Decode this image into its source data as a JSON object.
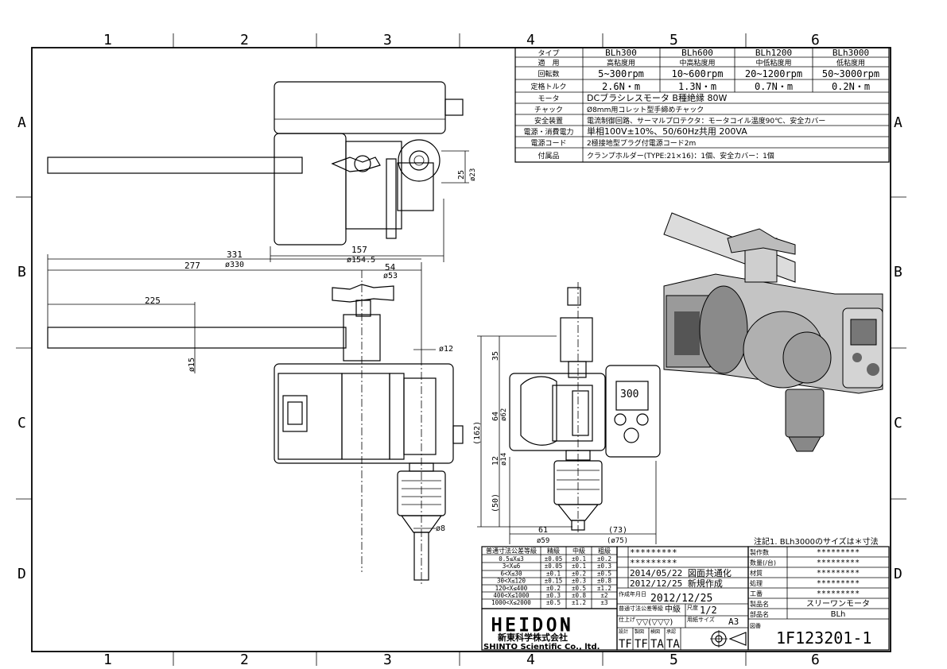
{
  "zone_columns": [
    "1",
    "2",
    "3",
    "4",
    "5",
    "6"
  ],
  "zone_rows": [
    "A",
    "B",
    "C",
    "D"
  ],
  "spec_table": {
    "headers": [
      "タイプ",
      "BLh300",
      "BLh600",
      "BLh1200",
      "BLh3000"
    ],
    "rows": [
      [
        "適　用",
        "高粘度用",
        "中高粘度用",
        "中低粘度用",
        "低粘度用"
      ],
      [
        "回転数",
        "5~300rpm",
        "10~600rpm",
        "20~1200rpm",
        "50~3000rpm"
      ],
      [
        "定格トルク",
        "2.6N・m",
        "1.3N・m",
        "0.7N・m",
        "0.2N・m"
      ]
    ],
    "wide_rows": [
      [
        "モータ",
        "DCブラシレスモータ B種絶縁 80W"
      ],
      [
        "チャック",
        "Ø8mm用コレット型手締めチャック"
      ],
      [
        "安全装置",
        "電流制御回路、サーマルプロテクタ：モータコイル温度90℃、安全カバー"
      ],
      [
        "電源・消費電力",
        "単相100V±10%、50/60Hz共用 200VA"
      ],
      [
        "電源コード",
        "2極接地型プラグ付電源コード2m"
      ],
      [
        "付属品",
        "クランプホルダー(TYPE:21×16)：1個、安全カバー：1個"
      ]
    ]
  },
  "dimensions": {
    "top_view": [
      "25",
      "ø23",
      "157",
      "ø154.5"
    ],
    "front_view": [
      "331",
      "ø330",
      "277",
      "54",
      "ø53",
      "225",
      "ø15",
      "ø12",
      "ø8"
    ],
    "side_view": [
      "35",
      "(162)",
      "64",
      "ø62",
      "12",
      "ø14",
      "(50)",
      "61",
      "ø59",
      "(73)",
      "(ø75)"
    ]
  },
  "display_value": "300",
  "note": "注記1. BLh3000のサイズは＊寸法",
  "tolerance_table": {
    "headers": [
      "普通寸法公差等級",
      "精級",
      "中級",
      "粗級"
    ],
    "rows": [
      [
        "0.5≤X≤3",
        "±0.05",
        "±0.1",
        "±0.2"
      ],
      [
        "3<X≤6",
        "±0.05",
        "±0.1",
        "±0.3"
      ],
      [
        "6<X≤30",
        "±0.1",
        "±0.2",
        "±0.5"
      ],
      [
        "30<X≤120",
        "±0.15",
        "±0.3",
        "±0.8"
      ],
      [
        "120<X≤400",
        "±0.2",
        "±0.5",
        "±1.2"
      ],
      [
        "400<X≤1000",
        "±0.3",
        "±0.8",
        "±2"
      ],
      [
        "1000<X≤2000",
        "±0.5",
        "±1.2",
        "±3"
      ]
    ]
  },
  "revisions": [
    "*********",
    "*********",
    "2014/05/22 図面共通化",
    "2012/12/25 新規作成"
  ],
  "created_label": "作成年月日",
  "created_date": "2012/12/25",
  "tolerance_grade_label": "普通寸法公差等級",
  "tolerance_grade": "中級",
  "scale_label": "尺度",
  "scale": "1/2",
  "finish_label": "仕上げ",
  "finish": "▽▽(▽▽▽)",
  "paper_label": "用紙サイズ",
  "paper": "A3",
  "sign_labels": [
    "設計",
    "製図",
    "検図",
    "承認"
  ],
  "signatures": [
    "TF",
    "TF",
    "TA",
    "TA"
  ],
  "company_logo": "HEIDON",
  "company_jp": "新東科学株式会社",
  "company_en": "SHINTO Scientific Co., ltd.",
  "title_block": [
    [
      "製作数",
      "*********"
    ],
    [
      "数量(/台)",
      "*********"
    ],
    [
      "材質",
      "*********"
    ],
    [
      "処理",
      "*********"
    ],
    [
      "工番",
      "*********"
    ],
    [
      "製品名",
      "スリーワンモータ"
    ],
    [
      "部品名",
      "BLh"
    ]
  ],
  "drawing_no_label": "図番",
  "drawing_no": "1F123201-1"
}
